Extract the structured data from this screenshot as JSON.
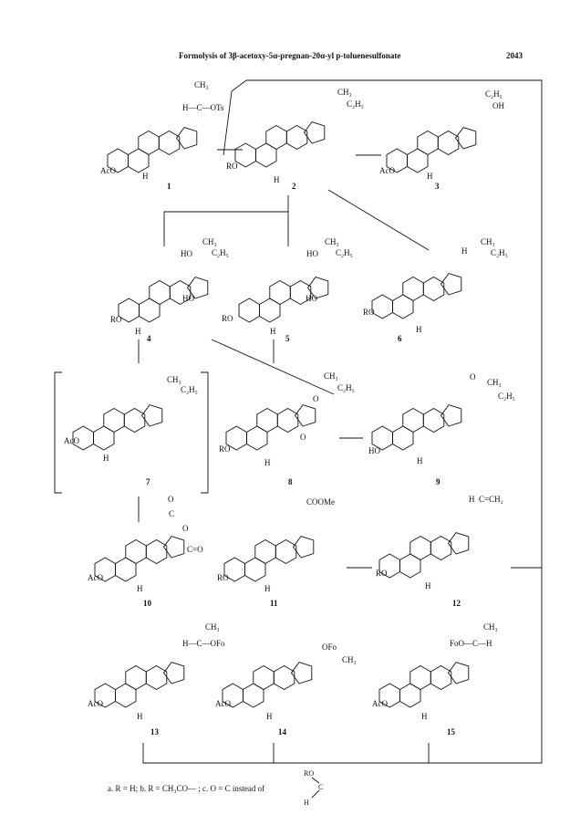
{
  "header": {
    "title": "Formolysis of 3β-acetoxy-5α-pregnan-20α-yl p-toluenesulfonate",
    "page_number": "2043"
  },
  "compounds": [
    {
      "id": "1",
      "sub_left": "AcO",
      "sub_top": "H—C—OTs",
      "sub_top2": "CH₃",
      "h": "H"
    },
    {
      "id": "2",
      "sub_left": "RO",
      "sub_top": "CH₃",
      "sub_top2": "C₂H₅",
      "h": "H"
    },
    {
      "id": "3",
      "sub_left": "AcO",
      "sub_top": "C₂H₅",
      "sub_top2": "OH",
      "h": "H"
    },
    {
      "id": "4",
      "sub_left": "RO",
      "sub_top": "HO",
      "sub_top2": "CH₃",
      "sub_top3": "C₂H₅",
      "sub_mid": "HO",
      "h": "H"
    },
    {
      "id": "5",
      "sub_left": "RO",
      "sub_top": "HO",
      "sub_top2": "CH₃",
      "sub_top3": "C₂H₅",
      "sub_mid": "HO",
      "h": "H"
    },
    {
      "id": "6",
      "sub_left": "RO",
      "sub_top": "H",
      "sub_top2": "CH₃",
      "sub_top3": "C₂H₅",
      "h": "H"
    },
    {
      "id": "7",
      "sub_left": "AcO",
      "sub_top": "CH₃",
      "sub_top2": "C₂H₅",
      "h": "H"
    },
    {
      "id": "8",
      "sub_left": "RO",
      "sub_top": "O",
      "sub_top2": "CH₃",
      "sub_top3": "C₂H₅",
      "sub_mid": "O",
      "h": "H"
    },
    {
      "id": "9",
      "sub_left": "HO",
      "sub_top": "O",
      "sub_top2": "CH₃",
      "sub_top3": "C₂H₅",
      "h": "H"
    },
    {
      "id": "10",
      "sub_left": "AcO",
      "sub_top": "O",
      "sub_top2": "C",
      "sub_top3": "O",
      "sub_mid": "C=O",
      "h": "H"
    },
    {
      "id": "11",
      "sub_left": "RO",
      "sub_top": "COOMe",
      "h": "H"
    },
    {
      "id": "12",
      "sub_left": "RO",
      "sub_top": "H",
      "sub_top2": "C=CH₂",
      "h": "H"
    },
    {
      "id": "13",
      "sub_left": "AcO",
      "sub_top": "H—C—OFo",
      "sub_top2": "CH₃",
      "h": "H"
    },
    {
      "id": "14",
      "sub_left": "AcO",
      "sub_top": "OFo",
      "sub_top2": "CH₃",
      "h": "H"
    },
    {
      "id": "15",
      "sub_left": "AcO",
      "sub_top": "FoO—C—H",
      "sub_top2": "CH₃",
      "h": "H"
    }
  ],
  "footnote": {
    "text": "a. R = H; b. R = CH₃CO— ; c. O = C instead of",
    "ro": "RO",
    "c": "C",
    "h": "H"
  }
}
